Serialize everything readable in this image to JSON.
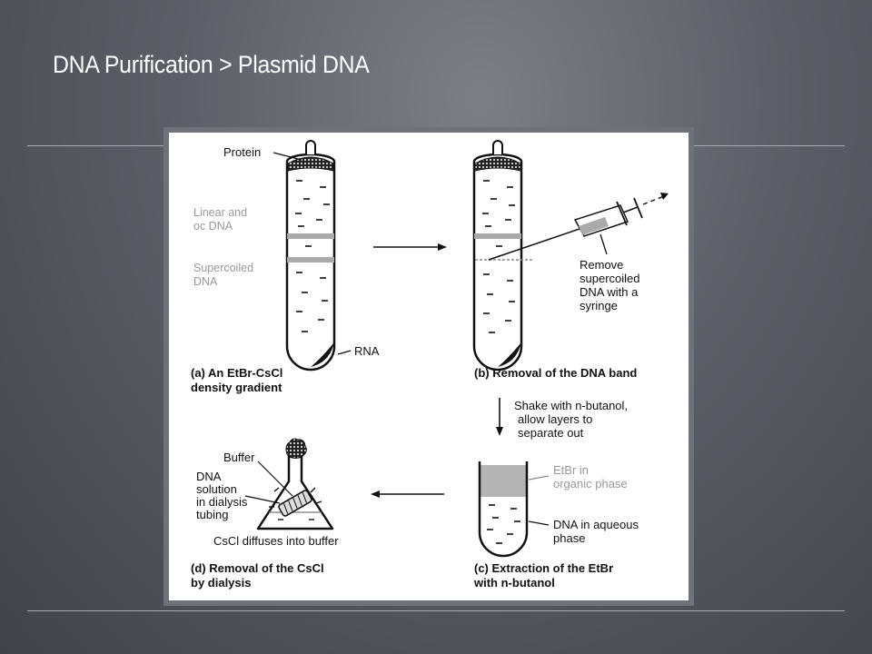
{
  "slide": {
    "title": "DNA Purification > Plasmid DNA"
  },
  "figure": {
    "a": {
      "protein": "Protein",
      "linear_l1": "Linear and",
      "linear_l2": "oc DNA",
      "super_l1": "Supercoiled",
      "super_l2": "DNA",
      "rna": "RNA",
      "cap_l1": "(a)  An EtBr-CsCl",
      "cap_l2": "density gradient"
    },
    "b": {
      "remove_l1": "Remove",
      "remove_l2": "supercoiled",
      "remove_l3": "DNA with a",
      "remove_l4": "syringe",
      "cap": "(b)  Removal of the DNA band"
    },
    "shake": {
      "l1": "Shake with n-butanol,",
      "l2": "allow layers to",
      "l3": "separate out"
    },
    "c": {
      "etbr_l1": "EtBr in",
      "etbr_l2": "organic phase",
      "dna_l1": "DNA in aqueous",
      "dna_l2": "phase",
      "cap_l1": "(c)  Extraction of the EtBr",
      "cap_l2": "with n-butanol"
    },
    "d": {
      "buffer": "Buffer",
      "dna_l1": "DNA",
      "dna_l2": "solution",
      "dna_l3": "in dialysis",
      "dna_l4": "tubing",
      "diffuses": "CsCl diffuses into buffer",
      "cap_l1": "(d)  Removal of the CsCl",
      "cap_l2": "by dialysis"
    }
  }
}
